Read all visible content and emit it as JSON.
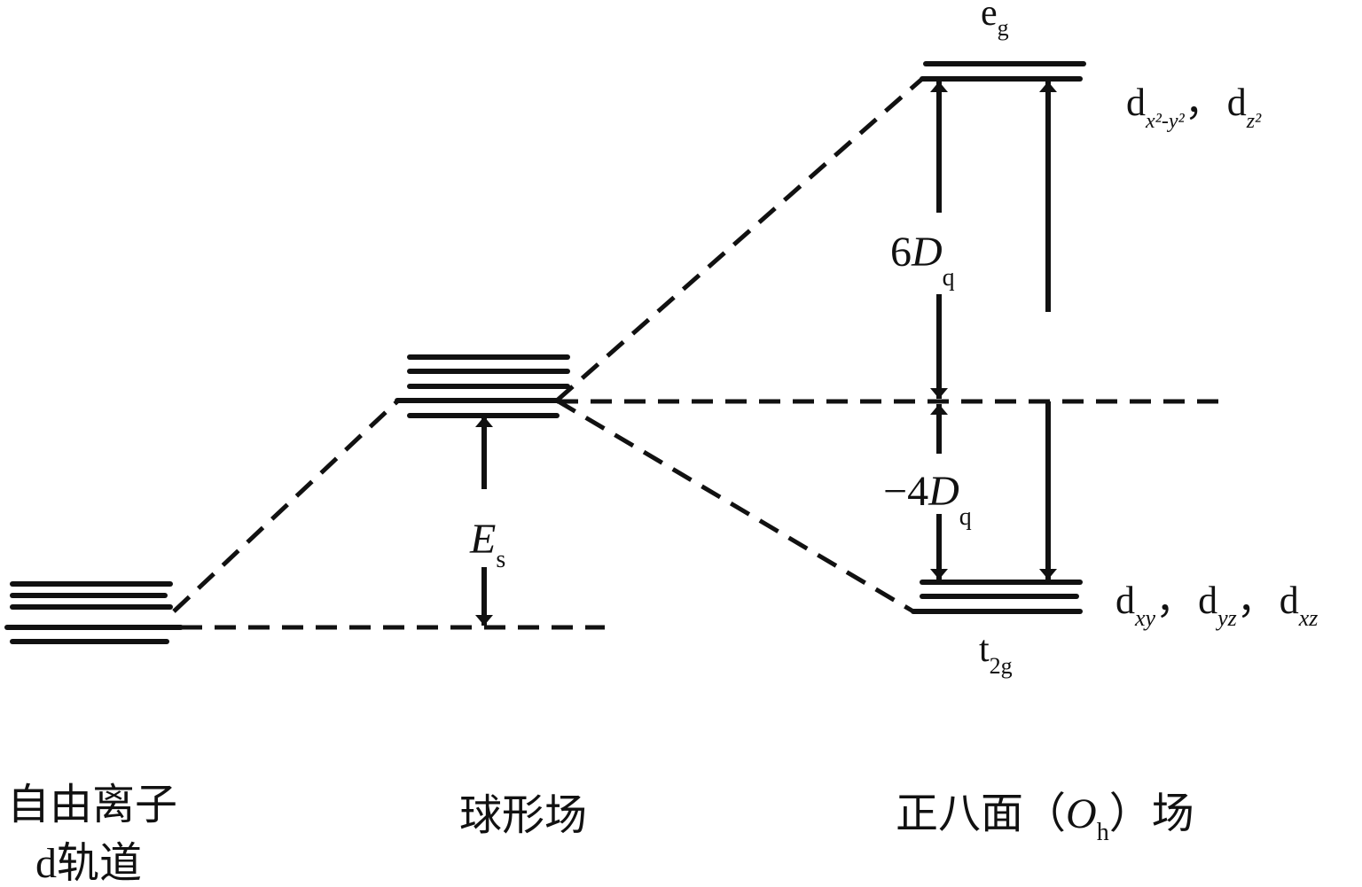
{
  "diagram": {
    "columns": {
      "free_ion_line1": "自由离子",
      "free_ion_line2": "d轨道",
      "spherical": "球形场",
      "octahedral_prefix": "正八面（",
      "octahedral_symbol": "O",
      "octahedral_subscript": "h",
      "octahedral_suffix": "）场"
    },
    "levels": {
      "eg_main": "e",
      "eg_sub": "g",
      "t2g_main": "t",
      "t2g_sub": "2g"
    },
    "orbitals": {
      "eg_d1": "d",
      "eg_d1_sub": "x²-y²",
      "eg_sep": "，",
      "eg_d2": "d",
      "eg_d2_sub": "z²",
      "t2g_d1": "d",
      "t2g_d1_sub": "xy",
      "t2g_sep1": "，",
      "t2g_d2": "d",
      "t2g_d2_sub": "yz",
      "t2g_sep2": "，",
      "t2g_d3": "d",
      "t2g_d3_sub": "xz"
    },
    "energies": {
      "es_main": "E",
      "es_sub": "s",
      "up_num": "6",
      "up_main": "D",
      "up_sub": "q",
      "down_num": "−4",
      "down_main": "D",
      "down_sub": "q"
    },
    "colors": {
      "ink": "#111111",
      "background": "#ffffff"
    }
  }
}
